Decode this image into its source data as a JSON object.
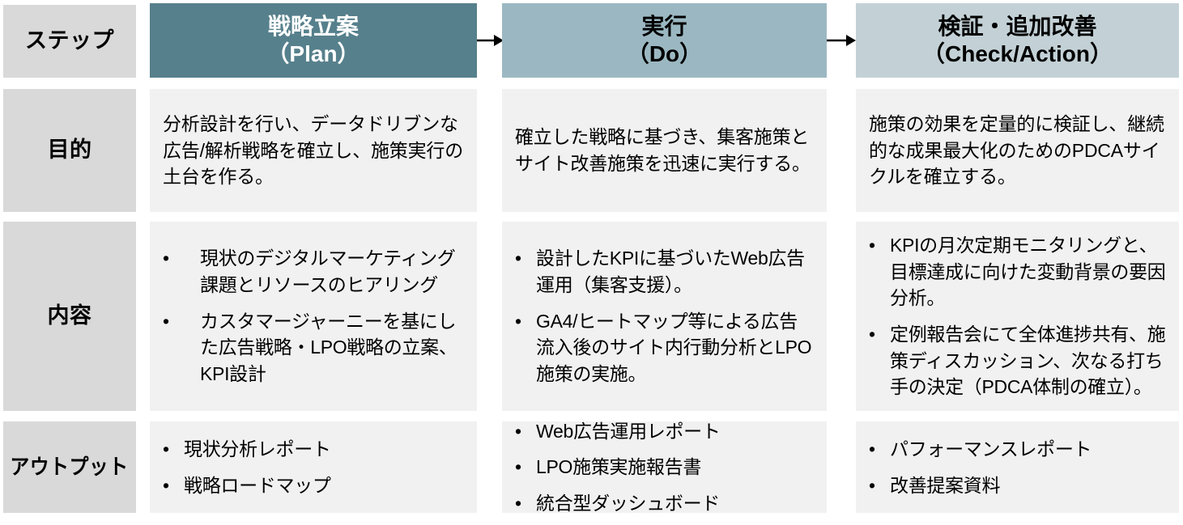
{
  "colors": {
    "label_bg": "#d9d9d9",
    "body_bg": "#f1f1f1",
    "plan_header_bg": "#56808c",
    "do_header_bg": "#9bb8c2",
    "check_header_bg": "#c3d1d6",
    "plan_header_text": "#ffffff",
    "do_header_text": "#000000",
    "check_header_text": "#000000",
    "arrow": "#000000",
    "page_bg": "#ffffff"
  },
  "row_labels": {
    "step": "ステップ",
    "purpose": "目的",
    "content": "内容",
    "output": "アウトプット"
  },
  "columns": [
    {
      "key": "plan",
      "header_line1": "戦略立案",
      "header_line2": "（Plan）",
      "purpose": "分析設計を行い、データドリブンな広告/解析戦略を確立し、施策実行の土台を作る。",
      "content": [
        "現状のデジタルマーケティング課題とリソースのヒアリング",
        "カスタマージャーニーを基にした広告戦略・LPO戦略の立案、KPI設計"
      ],
      "output": [
        "現状分析レポート",
        "戦略ロードマップ"
      ]
    },
    {
      "key": "do",
      "header_line1": "実行",
      "header_line2": "（Do）",
      "purpose": "確立した戦略に基づき、集客施策とサイト改善施策を迅速に実行する。",
      "content": [
        "設計したKPIに基づいたWeb広告運用（集客支援）。",
        "GA4/ヒートマップ等による広告流入後のサイト内行動分析とLPO施策の実施。"
      ],
      "output": [
        "Web広告運用レポート",
        "LPO施策実施報告書",
        "統合型ダッシュボード"
      ]
    },
    {
      "key": "check",
      "header_line1": "検証・追加改善",
      "header_line2": "（Check/Action）",
      "purpose": "施策の効果を定量的に検証し、継続的な成果最大化のためのPDCAサイクルを確立する。",
      "content": [
        "KPIの月次定期モニタリングと、目標達成に向けた変動背景の要因分析。",
        "定例報告会にて全体進捗共有、施策ディスカッション、次なる打ち手の決定（PDCA体制の確立）。"
      ],
      "output": [
        "パフォーマンスレポート",
        "改善提案資料"
      ]
    }
  ],
  "bullet_glyph": "•",
  "arrows": [
    {
      "name": "arrow-plan-to-do"
    },
    {
      "name": "arrow-do-to-check"
    }
  ]
}
